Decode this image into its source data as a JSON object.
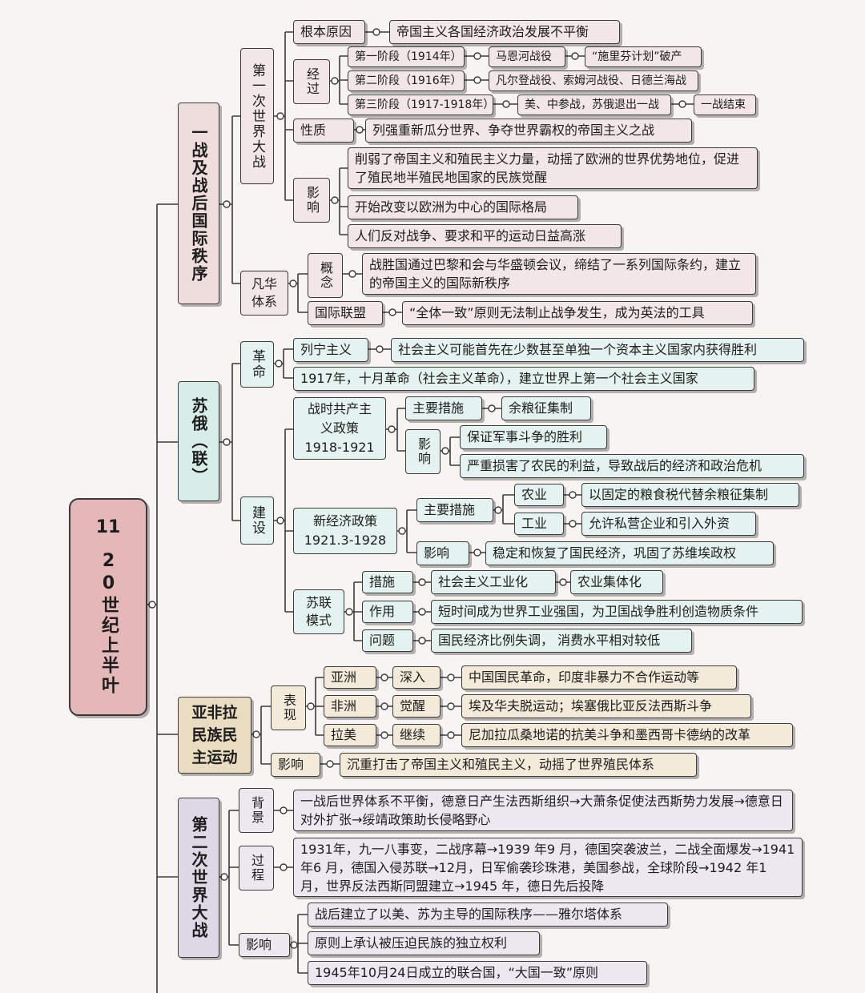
{
  "colors": {
    "root": "#e4b7b9",
    "ww1": "#f3e6e6",
    "soviet": "#e4f3ef",
    "afro": "#f3ead9",
    "ww2": "#ece8f0",
    "line": "#3b3b3b"
  },
  "root": {
    "number": "11",
    "title": "20世纪上半叶"
  },
  "ww1": {
    "branch": "一战及战后国际秩序",
    "war": "第一次世界大战",
    "cause_label": "根本原因",
    "cause": "帝国主义各国经济政治发展不平衡",
    "process_label": "经过",
    "stage1": "第一阶段（1914年）",
    "stage1_battle": "马恩河战役",
    "stage1_result": "“施里芬计划”破产",
    "stage2": "第二阶段（1916年）",
    "stage2_battle": "凡尔登战役、索姆河战役、日德兰海战",
    "stage3": "第三阶段（1917-1918年）",
    "stage3_event": "美、中参战，苏俄退出一战",
    "stage3_result": "一战结束",
    "nature_label": "性质",
    "nature": "列强重新瓜分世界、争夺世界霸权的帝国主义之战",
    "impact_label": "影响",
    "impact1": "削弱了帝国主义和殖民主义力量，动摇了欧洲的世界优势地位，促进了殖民地半殖民地国家的民族觉醒",
    "impact2": "开始改变以欧洲为中心的国际格局",
    "impact3": "人们反对战争、要求和平的运动日益高涨",
    "versailles": "凡华体系",
    "concept_label": "概念",
    "concept": "战胜国通过巴黎和会与华盛顿会议，缔结了一系列国际条约，建立的帝国主义的国际新秩序",
    "league_label": "国际联盟",
    "league": "“全体一致”原则无法制止战争发生，成为英法的工具"
  },
  "soviet": {
    "branch": "苏俄（联）",
    "revolution": "革命",
    "leninism_label": "列宁主义",
    "leninism": "社会主义可能首先在少数甚至单独一个资本主义国家内获得胜利",
    "october": "1917年，十月革命（社会主义革命），建立世界上第一个社会主义国家",
    "construction": "建设",
    "wcp": "战时共产主义政策1918-1921",
    "wcp_measure_label": "主要措施",
    "wcp_measure": "余粮征集制",
    "wcp_impact_label": "影响",
    "wcp_impact1": "保证军事斗争的胜利",
    "wcp_impact2": "严重损害了农民的利益，导致战后的经济和政治危机",
    "nep": "新经济政策1921.3-1928",
    "nep_measure_label": "主要措施",
    "agri_label": "农业",
    "agri": "以固定的粮食税代替余粮征集制",
    "ind_label": "工业",
    "ind": "允许私营企业和引入外资",
    "nep_impact_label": "影响",
    "nep_impact": "稳定和恢复了国民经济，巩固了苏维埃政权",
    "model": "苏联模式",
    "model_measure_label": "措施",
    "model_measure1": "社会主义工业化",
    "model_measure2": "农业集体化",
    "model_role_label": "作用",
    "model_role": "短时间成为世界工业强国，为卫国战争胜利创造物质条件",
    "model_problem_label": "问题",
    "model_problem": "国民经济比例失调， 消费水平相对较低"
  },
  "afro": {
    "branch": "亚非拉民族民主运动",
    "show_label": "表现",
    "asia": "亚洲",
    "asia_kw": "深入",
    "asia_ev": "中国国民革命，印度非暴力不合作运动等",
    "africa": "非洲",
    "africa_kw": "觉醒",
    "africa_ev": "埃及华夫脱运动；埃塞俄比亚反法西斯斗争",
    "latam": "拉美",
    "latam_kw": "继续",
    "latam_ev": "尼加拉瓜桑地诺的抗美斗争和墨西哥卡德纳的改革",
    "impact_label": "影响",
    "impact": "沉重打击了帝国主义和殖民主义，动摇了世界殖民体系"
  },
  "ww2": {
    "branch": "第二次世界大战",
    "bg_label": "背景",
    "bg": "一战后世界体系不平衡，德意日产生法西斯组织→大萧条促使法西斯势力发展→德意日对外扩张→绥靖政策助长侵略野心",
    "proc_label": "过程",
    "proc": "1931年，九一八事变，二战序幕→1939 年9 月，德国突袭波兰，二战全面爆发→1941 年6 月，德国入侵苏联→12月，日军偷袭珍珠港，美国参战，全球阶段→1942 年1 月，世界反法西斯同盟建立→1945 年，德日先后投降",
    "impact_label": "影响",
    "impact1": "战后建立了以美、苏为主导的国际秩序——雅尔塔体系",
    "impact2": "原则上承认被压迫民族的独立权利",
    "impact3": "1945年10月24日成立的联合国，“大国一致”原则"
  }
}
